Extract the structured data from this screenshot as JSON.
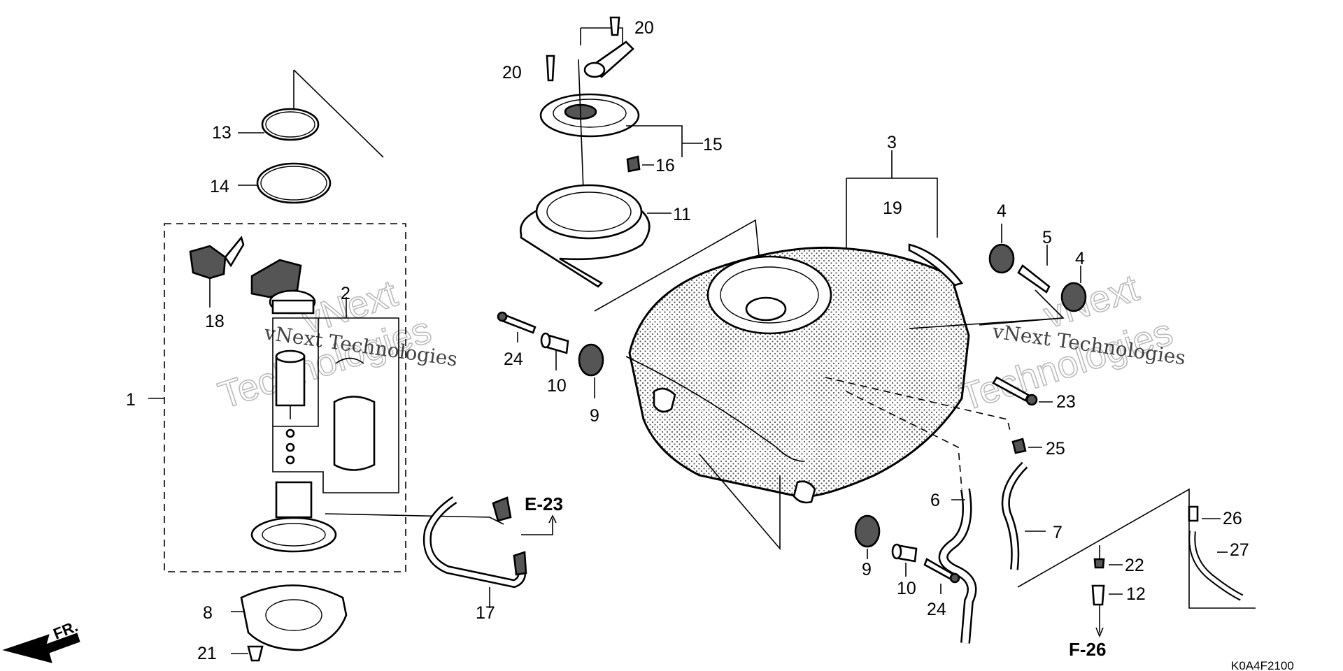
{
  "diagram": {
    "code": "K0A4F2100",
    "direction_label": "FR.",
    "refs": {
      "e23": "E-23",
      "f26": "F-26"
    },
    "watermark": {
      "line1": "vNext Technologies",
      "line2": "Technologies",
      "line3": "vNext"
    },
    "callouts": [
      {
        "id": "c1",
        "label": "1"
      },
      {
        "id": "c2",
        "label": "2"
      },
      {
        "id": "c3",
        "label": "3"
      },
      {
        "id": "c4a",
        "label": "4"
      },
      {
        "id": "c4b",
        "label": "4"
      },
      {
        "id": "c5",
        "label": "5"
      },
      {
        "id": "c6",
        "label": "6"
      },
      {
        "id": "c7",
        "label": "7"
      },
      {
        "id": "c8",
        "label": "8"
      },
      {
        "id": "c9a",
        "label": "9"
      },
      {
        "id": "c9b",
        "label": "9"
      },
      {
        "id": "c10a",
        "label": "10"
      },
      {
        "id": "c10b",
        "label": "10"
      },
      {
        "id": "c11",
        "label": "11"
      },
      {
        "id": "c12",
        "label": "12"
      },
      {
        "id": "c13",
        "label": "13"
      },
      {
        "id": "c14",
        "label": "14"
      },
      {
        "id": "c15",
        "label": "15"
      },
      {
        "id": "c16",
        "label": "16"
      },
      {
        "id": "c17",
        "label": "17"
      },
      {
        "id": "c18",
        "label": "18"
      },
      {
        "id": "c19",
        "label": "19"
      },
      {
        "id": "c20a",
        "label": "20"
      },
      {
        "id": "c20b",
        "label": "20"
      },
      {
        "id": "c21",
        "label": "21"
      },
      {
        "id": "c22",
        "label": "22"
      },
      {
        "id": "c23",
        "label": "23"
      },
      {
        "id": "c24a",
        "label": "24"
      },
      {
        "id": "c24b",
        "label": "24"
      },
      {
        "id": "c25",
        "label": "25"
      },
      {
        "id": "c26",
        "label": "26"
      },
      {
        "id": "c27",
        "label": "27"
      }
    ]
  }
}
